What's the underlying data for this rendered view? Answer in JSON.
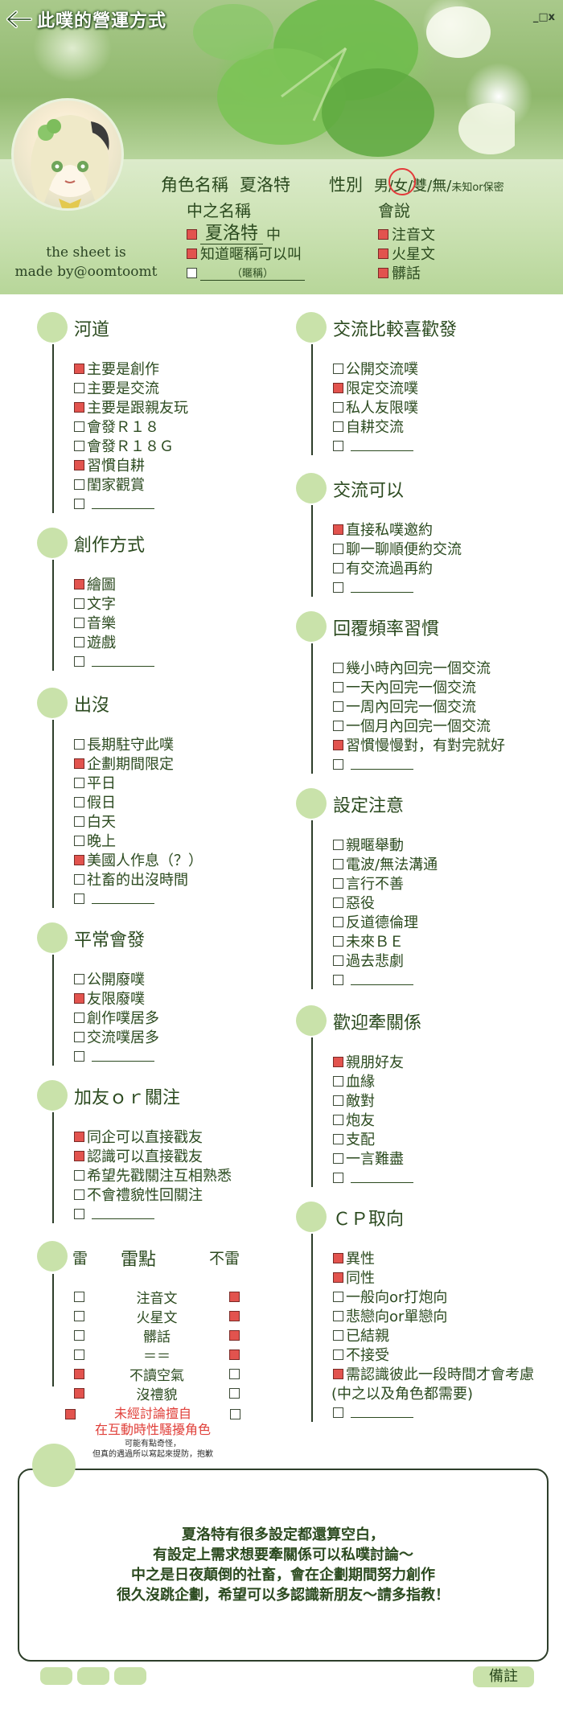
{
  "header": {
    "title": "此噗的營運方式",
    "window_controls": "_□x"
  },
  "profile": {
    "credit_line1": "the sheet is",
    "credit_line2": "made by@oomtoomt",
    "role_label": "角色名稱",
    "role_value": "夏洛特",
    "gender_label": "性別",
    "gender_options": {
      "male": "男",
      "sep1": "/",
      "female": "女",
      "sep2": "/",
      "both": "雙",
      "sep3": "/",
      "none": "無",
      "sep4": "/",
      "unknown": "未知or保密"
    },
    "nickname_label": "中之名稱",
    "nickname_value": "夏洛特",
    "nickname_suffix": "中",
    "nickname_opt2": "知道暱稱可以叫",
    "nickname_blank": "（暱稱）",
    "speaks_label": "會說",
    "speaks": [
      "注音文",
      "火星文",
      "髒話"
    ]
  },
  "sections": {
    "plurk": {
      "title": "河道",
      "items": [
        {
          "text": "主要是創作",
          "on": true
        },
        {
          "text": "主要是交流",
          "on": false
        },
        {
          "text": "主要是跟親友玩",
          "on": true
        },
        {
          "text": "會發Ｒ１８",
          "on": false
        },
        {
          "text": "會發Ｒ１８Ｇ",
          "on": false
        },
        {
          "text": "習慣自耕",
          "on": true
        },
        {
          "text": "閨家觀賞",
          "on": false
        }
      ]
    },
    "create": {
      "title": "創作方式",
      "items": [
        {
          "text": "繪圖",
          "on": true
        },
        {
          "text": "文字",
          "on": false
        },
        {
          "text": "音樂",
          "on": false
        },
        {
          "text": "遊戲",
          "on": false
        }
      ]
    },
    "appear": {
      "title": "出沒",
      "items": [
        {
          "text": "長期駐守此噗",
          "on": false
        },
        {
          "text": "企劃期間限定",
          "on": true
        },
        {
          "text": "平日",
          "on": false
        },
        {
          "text": "假日",
          "on": false
        },
        {
          "text": "白天",
          "on": false
        },
        {
          "text": "晚上",
          "on": false
        },
        {
          "text": "美國人作息（？）",
          "on": true
        },
        {
          "text": "社畜的出沒時間",
          "on": false
        }
      ]
    },
    "usual": {
      "title": "平常會發",
      "items": [
        {
          "text": "公開廢噗",
          "on": false
        },
        {
          "text": "友限廢噗",
          "on": true
        },
        {
          "text": "創作噗居多",
          "on": false
        },
        {
          "text": "交流噗居多",
          "on": false
        }
      ]
    },
    "friend": {
      "title": "加友ｏｒ關注",
      "items": [
        {
          "text": "同企可以直接戳友",
          "on": true
        },
        {
          "text": "認識可以直接戳友",
          "on": true
        },
        {
          "text": "希望先戳關注互相熟悉",
          "on": false
        },
        {
          "text": "不會禮貌性回關注",
          "on": false
        }
      ]
    },
    "prefer": {
      "title": "交流比較喜歡發",
      "items": [
        {
          "text": "公開交流噗",
          "on": false
        },
        {
          "text": "限定交流噗",
          "on": true
        },
        {
          "text": "私人友限噗",
          "on": false
        },
        {
          "text": "自耕交流",
          "on": false
        }
      ]
    },
    "can": {
      "title": "交流可以",
      "items": [
        {
          "text": "直接私噗邀約",
          "on": true
        },
        {
          "text": "聊一聊順便約交流",
          "on": false
        },
        {
          "text": "有交流過再約",
          "on": false
        }
      ]
    },
    "reply": {
      "title": "回覆頻率習慣",
      "items": [
        {
          "text": "幾小時內回完一個交流",
          "on": false
        },
        {
          "text": "一天內回完一個交流",
          "on": false
        },
        {
          "text": "一周內回完一個交流",
          "on": false
        },
        {
          "text": "一個月內回完一個交流",
          "on": false
        },
        {
          "text": "習慣慢慢對，有對完就好",
          "on": true
        }
      ]
    },
    "setting": {
      "title": "設定注意",
      "items": [
        {
          "text": "親暱舉動",
          "on": false
        },
        {
          "text": "電波/無法溝通",
          "on": false
        },
        {
          "text": "言行不善",
          "on": false
        },
        {
          "text": "惡役",
          "on": false
        },
        {
          "text": "反道德倫理",
          "on": false
        },
        {
          "text": "未來ＢＥ",
          "on": false
        },
        {
          "text": "過去悲劇",
          "on": false
        }
      ]
    },
    "relation": {
      "title": "歡迎牽關係",
      "items": [
        {
          "text": "親朋好友",
          "on": true
        },
        {
          "text": "血緣",
          "on": false
        },
        {
          "text": "敵對",
          "on": false
        },
        {
          "text": "炮友",
          "on": false
        },
        {
          "text": "支配",
          "on": false
        },
        {
          "text": "一言難盡",
          "on": false
        }
      ]
    },
    "cp": {
      "title": "ＣＰ取向",
      "items": [
        {
          "text": "異性",
          "on": true
        },
        {
          "text": "同性",
          "on": true
        },
        {
          "text": "一般向or打炮向",
          "on": false
        },
        {
          "text": "悲戀向or單戀向",
          "on": false
        },
        {
          "text": "已結親",
          "on": false
        },
        {
          "text": "不接受",
          "on": false
        },
        {
          "text": "需認識彼此一段時間才會考慮",
          "on": true
        }
      ],
      "extra": "(中之以及角色都需要)"
    }
  },
  "mines": {
    "head_left": "雷",
    "head_mid": "雷點",
    "head_right": "不雷",
    "rows": [
      {
        "label": "注音文",
        "left": false,
        "right": true
      },
      {
        "label": "火星文",
        "left": false,
        "right": true
      },
      {
        "label": "髒話",
        "left": false,
        "right": true
      },
      {
        "label": "＝＝",
        "left": false,
        "right": true
      },
      {
        "label": "不讀空氣",
        "left": true,
        "right": false
      },
      {
        "label": "沒禮貌",
        "left": true,
        "right": false
      }
    ],
    "red_line1": "未經討論擅自",
    "red_line2": "在互動時性騷擾角色",
    "small_line1": "可能有點奇怪，",
    "small_line2": "但真的遇過所以寫起來提防，抱歉"
  },
  "notes": {
    "lines": [
      "夏洛特有很多設定都還算空白，",
      "有設定上需求想要牽關係可以私噗討論～",
      "中之是日夜顛倒的社畜，會在企劃期間努力創作",
      "很久沒跳企劃，希望可以多認識新朋友～請多指教！"
    ]
  },
  "footer": {
    "memo_label": "備註"
  },
  "colors": {
    "accent_green": "#c9e2aa",
    "check_red": "#e2534e",
    "text": "#2b4a1f",
    "warn_red": "#e0403a"
  }
}
